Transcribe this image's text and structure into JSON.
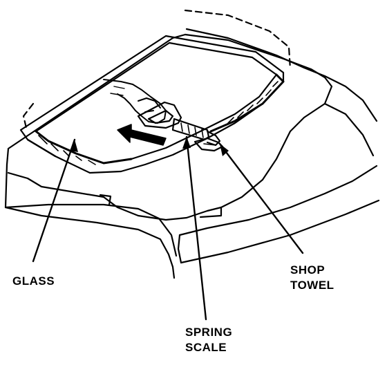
{
  "labels": {
    "glass": "GLASS",
    "shop_towel": [
      "SHOP",
      "TOWEL"
    ],
    "spring_scale": [
      "SPRING",
      "SCALE"
    ]
  },
  "colors": {
    "ink": "#000000",
    "paper": "#ffffff"
  },
  "icons": {
    "push_arrow": "push-direction-arrow-icon",
    "hand": "hand-icon"
  }
}
